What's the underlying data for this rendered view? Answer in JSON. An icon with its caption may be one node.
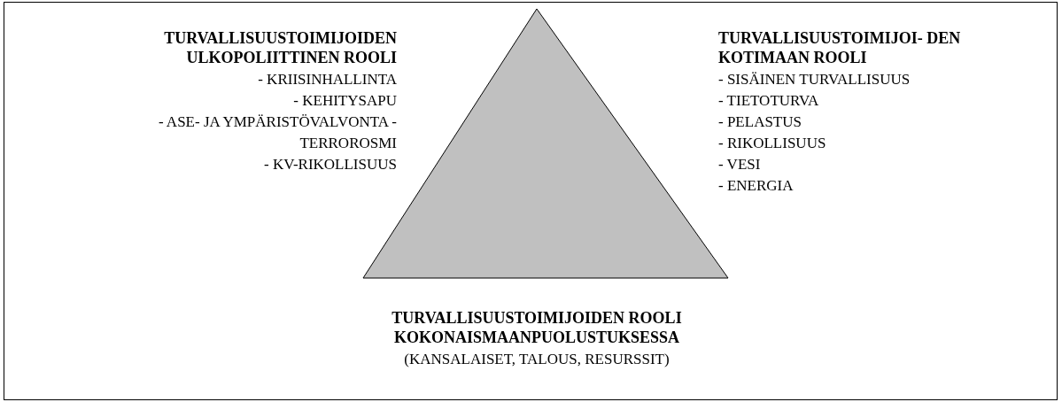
{
  "diagram": {
    "nodes": [
      {
        "text": [],
        "shape": "triangle"
      }
    ],
    "labels": [
      "TURVALLISUUSTOIMIJOIDEN ULKOPOLIITTINEN ROOLI",
      "- KRIISINHALLINTA",
      "- KEHITYSAPU",
      "- ASE- JA YMPÄRISTÖVALVONTA - TERROROSMI",
      "- KV-RIKOLLISUUS",
      "TURVALLISUUSTOIMIJOI- DEN KOTIMAAN ROOLI",
      "- SISÄINEN TURVALLISUUS",
      "- TIETOTURVA",
      "- PELASTUS",
      "- RIKOLLISUUS",
      "- VESI",
      "- ENERGIA",
      "TURVALLISUUSTOIMIJOIDEN ROOLI KOKONAISMAANPUOLUSTUKSESSA",
      "(KANSALAISET, TALOUS, RESURSSIT)"
    ]
  }
}
